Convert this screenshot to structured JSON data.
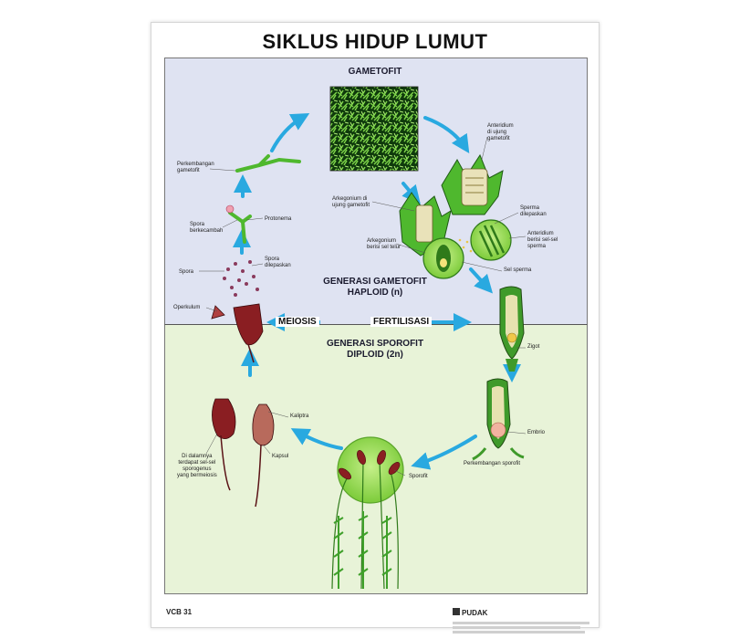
{
  "title": "SIKLUS HIDUP LUMUT",
  "sections": {
    "gametofit": "GAMETOFIT",
    "haploid_line1": "GENERASI GAMETOFIT",
    "haploid_line2": "HAPLOID (n)",
    "diploid_line1": "GENERASI SPOROFIT",
    "diploid_line2": "DIPLOID (2n)",
    "meiosis": "MEIOSIS",
    "fertilisasi": "FERTILISASI"
  },
  "labels": {
    "anteridium_ujung": [
      "Anteridium",
      "di ujung",
      "gametofit"
    ],
    "arkegonium_ujung": [
      "Arkegonium di",
      "ujung gametofit"
    ],
    "sperma_dilepaskan": [
      "Sperma",
      "dilepaskan"
    ],
    "anteridium_berisi": [
      "Anteridium",
      "berisi sel-sel",
      "sperma"
    ],
    "arkegonium_telur": [
      "Arkegonium",
      "berisi sel telur"
    ],
    "sel_sperma": "Sel sperma",
    "perkembangan_gametofit": [
      "Perkembangan",
      "gametofit"
    ],
    "protonema": "Protonema",
    "spora_berkecambah": [
      "Spora",
      "berkecambah"
    ],
    "spora": "Spora",
    "spora_dilepaskan": [
      "Spora",
      "dilepaskan"
    ],
    "operkulum": "Operkulum",
    "zigot": "Zigot",
    "embrio": "Embrio",
    "perkembangan_sporofit": "Perkembangan sporofit",
    "kaliptra": "Kaliptra",
    "kapsul": "Kapsul",
    "sporofit": "Sporofit",
    "di_dalamnya": [
      "Di dalamnya",
      "terdapat sel-sel",
      "sporogenus",
      "yang bermeiosis"
    ]
  },
  "footer": {
    "code": "VCB 31",
    "brand": "PUDAK"
  },
  "colors": {
    "top_panel": "#dfe3f2",
    "bottom_panel": "#e8f3d8",
    "arrow": "#29a9e0",
    "moss_green": "#3f9a2a",
    "capsule_red": "#8a1e22"
  }
}
